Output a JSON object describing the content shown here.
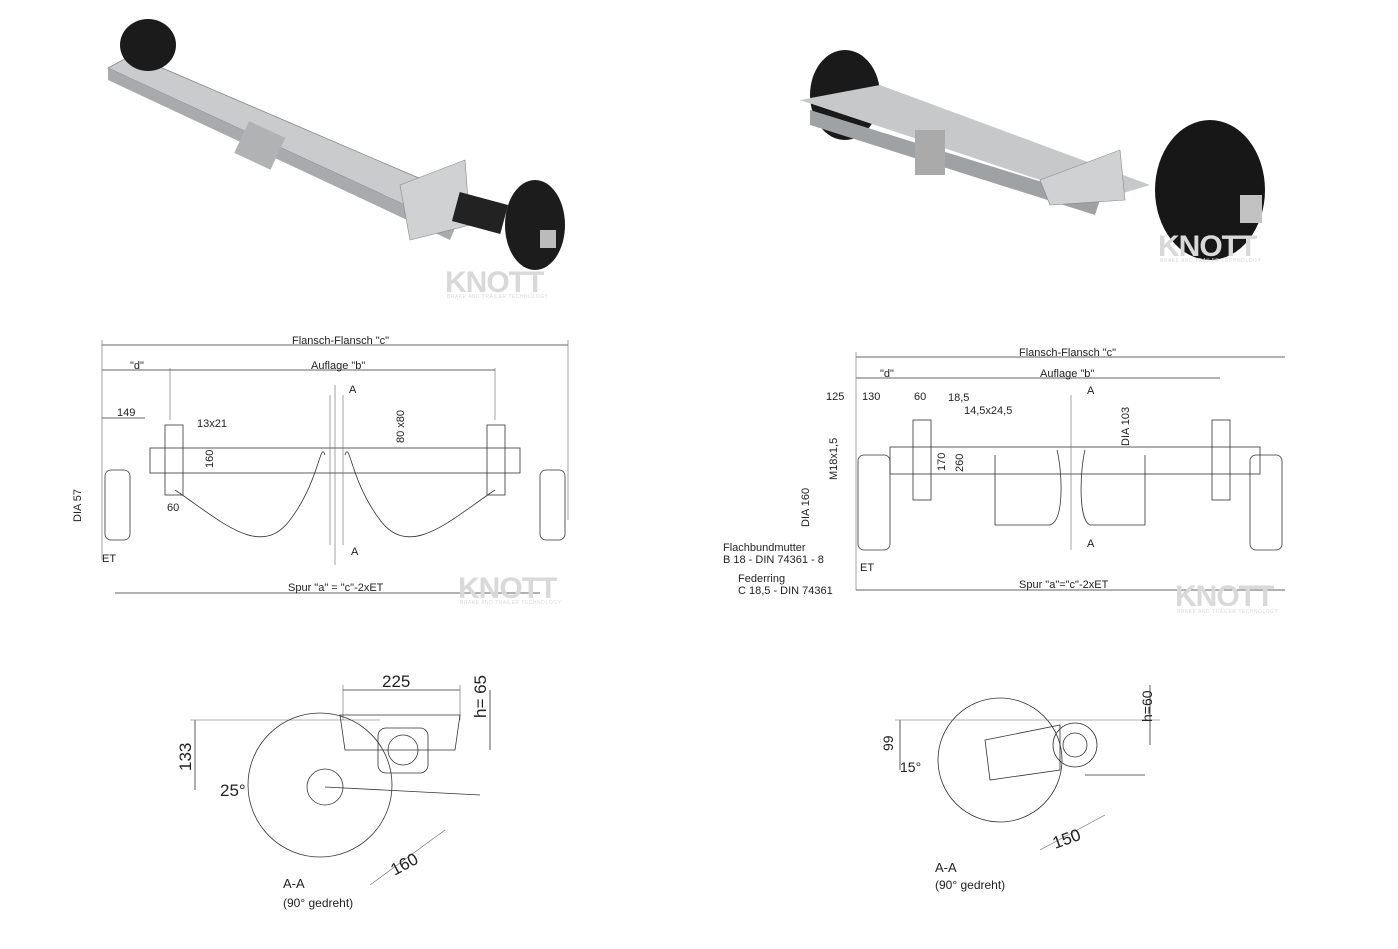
{
  "brand": {
    "logo": "KNOTT",
    "tagline": "BRAKE AND TRAILER TECHNOLOGY"
  },
  "left_drawing": {
    "flange": "Flansch-Flansch \"c\"",
    "d": "\"d\"",
    "support": "Auflage \"b\"",
    "dim_149": "149",
    "hole": "13x21",
    "profile": "80 x80",
    "dim_160": "160",
    "dim_60": "60",
    "dia": "DIA 57",
    "et": "ET",
    "track": "Spur \"a\" = \"c\"-2xET",
    "section_top": "A",
    "section_bottom": "A"
  },
  "right_drawing": {
    "flange": "Flansch-Flansch \"c\"",
    "d": "\"d\"",
    "support": "Auflage \"b\"",
    "dim_125": "125",
    "dim_130": "130",
    "dim_60": "60",
    "dim_18_5": "18,5",
    "slot": "14,5x24,5",
    "dia_103": "DIA 103",
    "thread": "M18x1,5",
    "dim_170": "170",
    "dim_260": "260",
    "dia_160": "DIA 160",
    "nut_1": "Flachbundmutter",
    "nut_2": "B 18 - DIN 74361 - 8",
    "et": "ET",
    "washer_1": "Federring",
    "washer_2": "C 18,5 - DIN 74361",
    "track": "Spur \"a\"=\"c\"-2xET",
    "section_top": "A",
    "section_bottom": "A"
  },
  "left_section": {
    "dim_225": "225",
    "h": "h= 65",
    "dim_133": "133",
    "angle": "25°",
    "dim_160": "160",
    "title": "A-A",
    "note": "(90° gedreht)"
  },
  "right_section": {
    "h": "h=60",
    "dim_99": "99",
    "angle": "15°",
    "dim_150": "150",
    "title": "A-A",
    "note": "(90° gedreht)"
  }
}
